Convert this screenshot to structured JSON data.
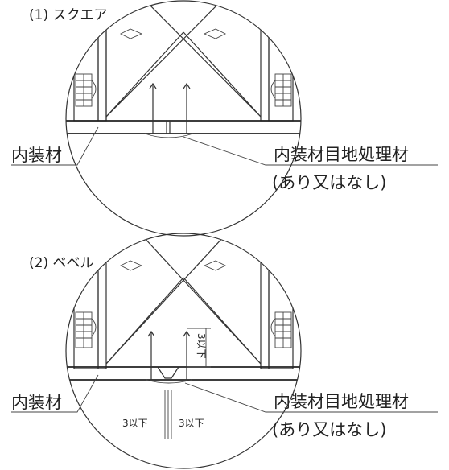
{
  "detail1": {
    "heading": "(1) スクエア",
    "board_label": "内装材",
    "joint_label": "内装材目地処理材",
    "joint_note": "(あり又はなし)"
  },
  "detail2": {
    "heading": "(2) ベベル",
    "board_label": "内装材",
    "joint_label": "内装材目地処理材",
    "joint_note": "(あり又はなし)",
    "dim_vertical": "3以下",
    "dim_left": "3以下",
    "dim_right": "3以下"
  }
}
